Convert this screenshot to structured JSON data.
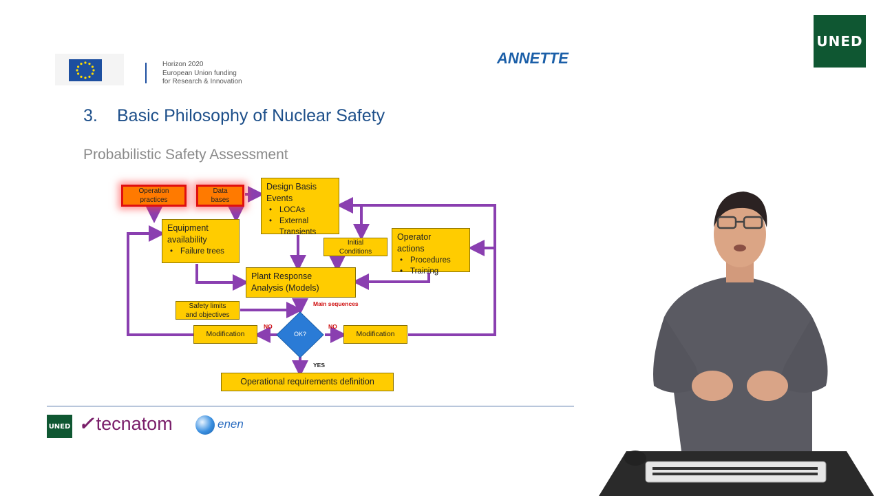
{
  "header": {
    "eu_funding_lines": [
      "Horizon 2020",
      "European Union funding",
      "for Research & Innovation"
    ],
    "project_logo": "ANNETTE",
    "institution_logo": "UNED"
  },
  "slide": {
    "number": "3.",
    "title": "Basic Philosophy of Nuclear Safety",
    "subtitle": "Probabilistic Safety Assessment"
  },
  "diagram": {
    "operation_practices": [
      "Operation",
      "practices"
    ],
    "data_bases": [
      "Data",
      "bases"
    ],
    "design_basis": {
      "title_lines": [
        "Design Basis",
        "Events"
      ],
      "items": [
        "LOCAs",
        "External",
        "Transients"
      ]
    },
    "equipment": {
      "title_lines": [
        "Equipment",
        "availability"
      ],
      "items": [
        "Failure trees"
      ]
    },
    "initial_conditions": [
      "Initial",
      "Conditions"
    ],
    "operator_actions": {
      "title_lines": [
        "Operator",
        "actions"
      ],
      "items": [
        "Procedures",
        "Training"
      ]
    },
    "plant_response": [
      "Plant Response",
      "Analysis (Models)"
    ],
    "safety_limits": [
      "Safety limits",
      "and objectives"
    ],
    "main_sequences": "Main sequences",
    "decision": "OK?",
    "no_left": "NO",
    "no_right": "NO",
    "yes": "YES",
    "modification_left": "Modification",
    "modification_right": "Modification",
    "operational_requirements": "Operational requirements definition"
  },
  "footer": {
    "uned": "UNED",
    "tecnatom": "tecnatom",
    "enen": "enen"
  },
  "colors": {
    "box_fill": "#ffcc00",
    "arrow": "#8a3fb0",
    "decision_fill": "#2a7bd6",
    "title": "#1d4f8a",
    "uned_green": "#0f5732"
  }
}
